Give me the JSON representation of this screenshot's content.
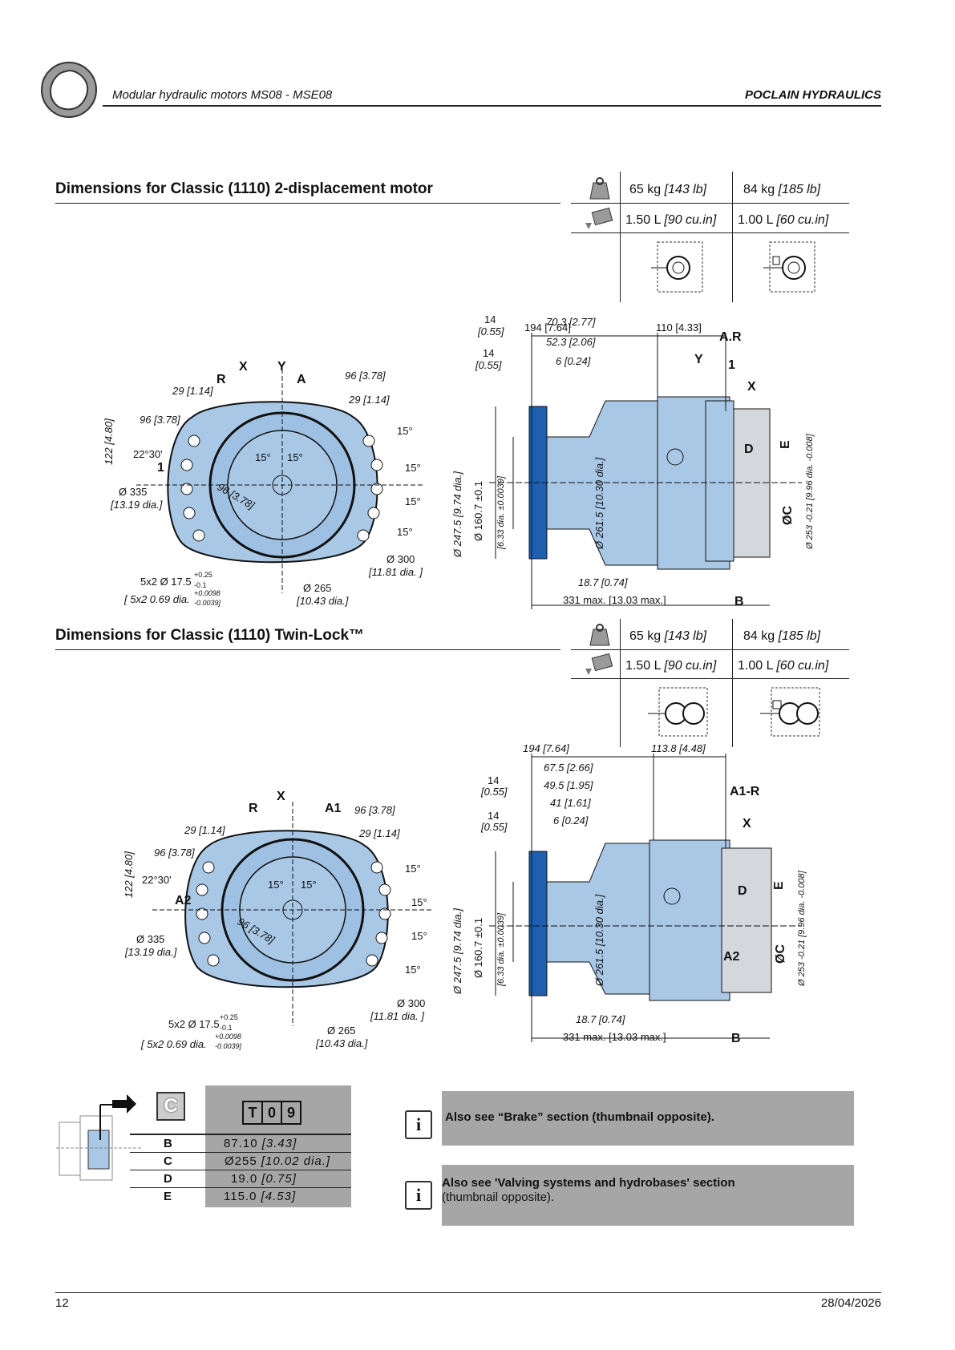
{
  "header": {
    "doc_title": "Modular hydraulic motors  MS08 - MSE08",
    "brand": "POCLAIN HYDRAULICS"
  },
  "sections": [
    {
      "title": "Dimensions for Classic (1110) 2-displacement motor",
      "spec": {
        "weight": [
          {
            "v": "65 kg ",
            "u": "[143 lb]"
          },
          {
            "v": "84 kg ",
            "u": "[185 lb]"
          }
        ],
        "volume": [
          {
            "v": "1.50 L ",
            "u": "[90 cu.in]"
          },
          {
            "v": "1.00 L ",
            "u": "[60 cu.in]"
          }
        ]
      },
      "front_dims": {
        "r": "R",
        "x": "X",
        "y": "Y",
        "a": "A",
        "one": "1",
        "d29a": "29 [1.14]",
        "d96top": "96 [3.78]",
        "d29b": "29 [1.14]",
        "d96side": "96 [3.78]",
        "d122": "122 [4.80]",
        "ang": "22°30'",
        "d335": "Ø 335",
        "d335i": "[13.19 dia.]",
        "d96diag": "96 [3.78]",
        "d15a": "15°",
        "d15b": "15°",
        "d15c": "15°",
        "d15d": "15°",
        "d15e": "15°",
        "d15f": "15°",
        "d300": "Ø 300",
        "d300i": "[11.81 dia. ]",
        "bolt": "5x2 Ø 17.5",
        "bolt_tol_p": "+0.25",
        "bolt_tol_m": "-0.1",
        "bolt_i": "[ 5x2 0.69 dia.",
        "bolt_i_p": "+0.0098",
        "bolt_i_m": "-0.0039]",
        "d265": "Ø 265",
        "d265i": "[10.43 dia.]"
      },
      "side_dims": {
        "d194": "194 [7.64]",
        "d110": "110 [4.33]",
        "d14a": "14",
        "d14ai": "[0.55]",
        "d70": "70.3 [2.77]",
        "d52": "52.3 [2.06]",
        "d14b": "14",
        "d14bi": "[0.55]",
        "d6": "6 [0.24]",
        "ar": "A.R",
        "y": "Y",
        "one": "1",
        "x": "X",
        "d247": "Ø 247.5 [9.74 dia.]",
        "d160": "Ø 160.7 ±0.1",
        "d160i": "[6.33 dia. ±0.0039]",
        "d261": "Ø 261.5 [10.30 dia.]",
        "d": "D",
        "e": "E",
        "c": "ØC",
        "d253": "Ø 253 -0.21 [9.96 dia. -0.008]",
        "d187": "18.7 [0.74]",
        "d331": "331 max. [13.03 max.]",
        "b": "B"
      }
    },
    {
      "title": "Dimensions for Classic (1110) Twin-Lock™",
      "spec": {
        "weight": [
          {
            "v": "65 kg ",
            "u": "[143 lb]"
          },
          {
            "v": "84 kg ",
            "u": "[185 lb]"
          }
        ],
        "volume": [
          {
            "v": "1.50 L ",
            "u": "[90 cu.in]"
          },
          {
            "v": "1.00 L ",
            "u": "[60 cu.in]"
          }
        ]
      },
      "front_dims": {
        "r": "R",
        "x": "X",
        "a1": "A1",
        "a2": "A2",
        "d29a": "29 [1.14]",
        "d96top": "96 [3.78]",
        "d29b": "29 [1.14]",
        "d96side": "96 [3.78]",
        "d122": "122 [4.80]",
        "ang": "22°30'",
        "d335": "Ø 335",
        "d335i": "[13.19 dia.]",
        "d96diag": "96 [3.78]",
        "d15a": "15°",
        "d15b": "15°",
        "d15c": "15°",
        "d15d": "15°",
        "d15e": "15°",
        "d15f": "15°",
        "d300": "Ø 300",
        "d300i": "[11.81 dia. ]",
        "bolt": "5x2 Ø 17.5",
        "bolt_tol_p": "+0.25",
        "bolt_tol_m": "-0.1",
        "bolt_i": "[ 5x2 0.69 dia.",
        "bolt_i_p": "+0.0098",
        "bolt_i_m": "-0.0039]",
        "d265": "Ø 265",
        "d265i": "[10.43 dia.]"
      },
      "side_dims": {
        "d194": "194 [7.64]",
        "d113": "113.8 [4.48]",
        "d67": "67.5 [2.66]",
        "d14a": "14",
        "d14ai": "[0.55]",
        "d49": "49.5 [1.95]",
        "d41": "41 [1.61]",
        "d14b": "14",
        "d14bi": "[0.55]",
        "d6": "6 [0.24]",
        "a1r": "A1-R",
        "x": "X",
        "d247": "Ø 247.5 [9.74 dia.]",
        "d160": "Ø 160.7 ±0.1",
        "d160i": "[6.33 dia. ±0.0039]",
        "d261": "Ø 261.5 [10.30 dia.]",
        "d": "D",
        "e": "E",
        "c": "ØC",
        "a2": "A2",
        "d253": "Ø 253 -0.21 [9.96 dia. -0.008]",
        "d187": "18.7 [0.74]",
        "d331": "331 max. [13.03 max.]",
        "b": "B"
      }
    }
  ],
  "code_table": {
    "code_letter": "C",
    "code": [
      "T",
      "0",
      "9"
    ],
    "rows": [
      {
        "k": "B",
        "v": "87.10 ",
        "u": "[3.43]"
      },
      {
        "k": "C",
        "v": "Ø255 ",
        "u": "[10.02 dia.]"
      },
      {
        "k": "D",
        "v": "19.0 ",
        "u": "[0.75]"
      },
      {
        "k": "E",
        "v": "115.0 ",
        "u": "[4.53]"
      }
    ]
  },
  "notes": [
    {
      "text": "Also see “Brake” section (thumbnail opposite).",
      "extra": ""
    },
    {
      "text": "Also see 'Valving systems and hydrobases' section",
      "extra": "(thumbnail opposite)."
    }
  ],
  "footer": {
    "page": "12",
    "date": "28/04/2026"
  },
  "colors": {
    "motor_body": "#a9c8e6",
    "flange": "#1f5fae",
    "brake": "#d4d8dd",
    "box": "#a6a6a6"
  }
}
